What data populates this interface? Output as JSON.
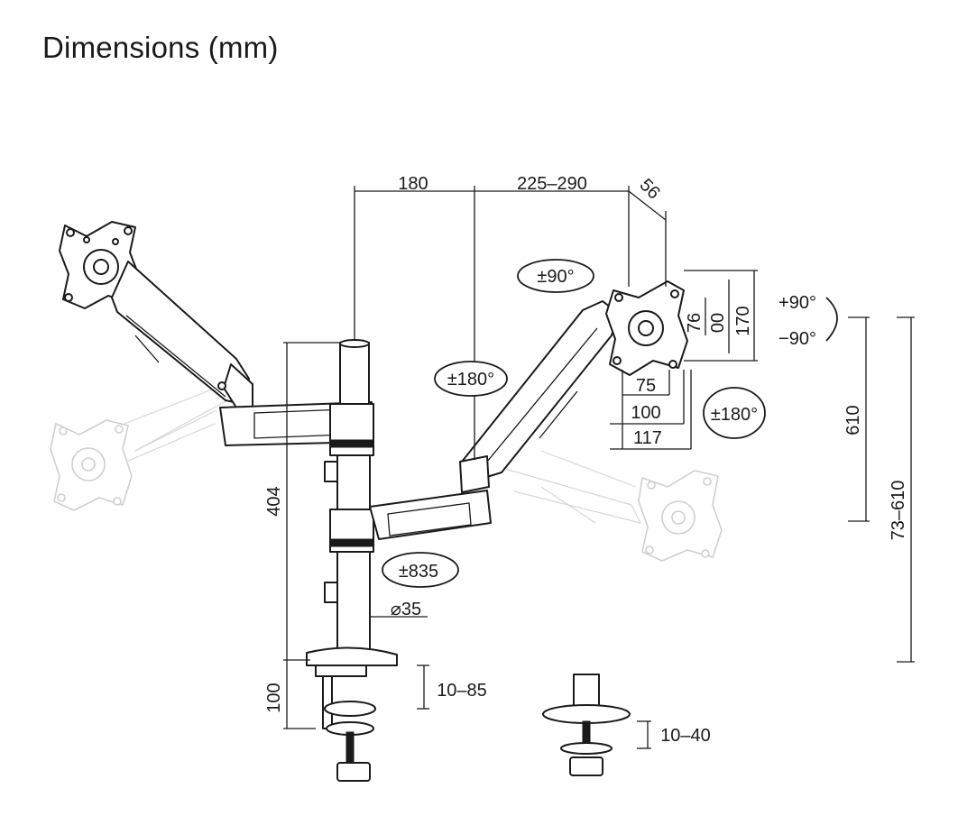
{
  "title": "Dimensions (mm)",
  "labels": {
    "arm_reach": "180",
    "arm_extension": "225–290",
    "plate_depth": "56",
    "tilt_rotation": "±90°",
    "tilt_up": "+90°",
    "tilt_down": "−90°",
    "vesa_76": "76",
    "vesa_100": "00",
    "vesa_170": "170",
    "vesa_75": "75",
    "vesa_100_h": "100",
    "vesa_117": "117",
    "swivel_arm": "±180°",
    "swivel_head": "±180°",
    "height_610": "610",
    "height_range": "73–610",
    "pole_height": "404",
    "base_rotation": "±835",
    "pole_diameter": "⌀35",
    "clamp_height": "100",
    "clamp_range": "10–85",
    "grommet_range": "10–40"
  }
}
